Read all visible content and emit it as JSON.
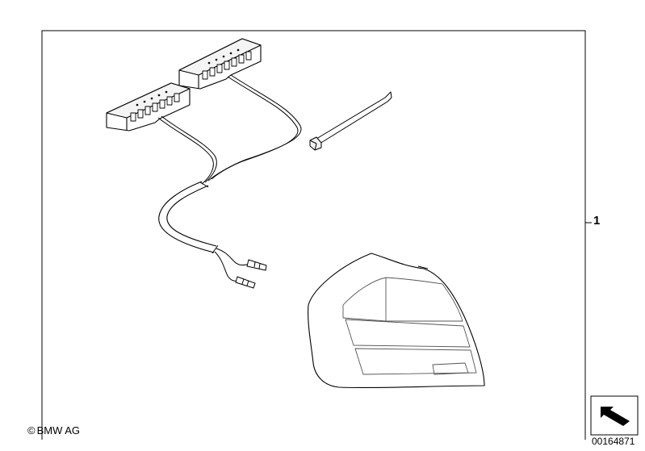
{
  "callouts": [
    {
      "number": "1"
    }
  ],
  "copyright": {
    "symbol": "©",
    "text": "BMW AG"
  },
  "diagram_number": "00164871",
  "icons": {
    "direction": "direction-arrow-icon"
  },
  "colors": {
    "line": "#000000",
    "background": "#ffffff"
  }
}
